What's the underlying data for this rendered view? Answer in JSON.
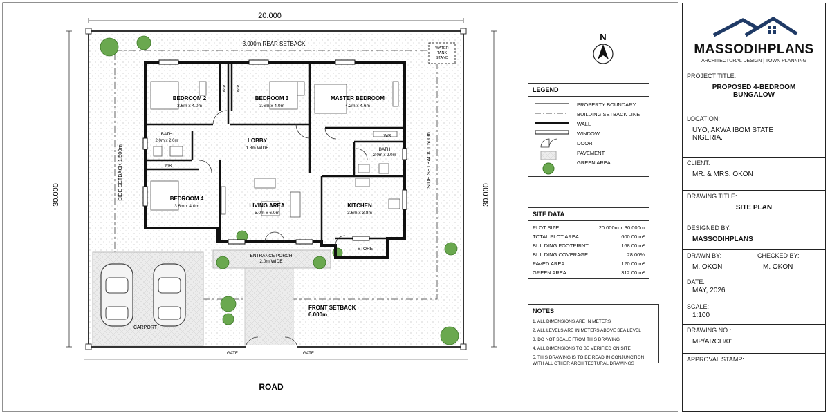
{
  "dimensions": {
    "top_width": "20.000",
    "left_height": "30.000",
    "right_height": "30.000"
  },
  "setbacks": {
    "rear": "3.000m REAR SETBACK",
    "side_left": "SIDE SETBACK 1.500m",
    "side_right": "SIDE SETBACK 1.500m",
    "front_title": "FRONT SETBACK",
    "front_value": "6.000m"
  },
  "north": "N",
  "water_tank": [
    "WATER",
    "TANK",
    "STAND"
  ],
  "rooms": {
    "bedroom2": {
      "name": "BEDROOM 2",
      "size": "3.6m x 4.0m"
    },
    "bedroom3": {
      "name": "BEDROOM 3",
      "size": "3.6m x 4.0m"
    },
    "master": {
      "name": "MASTER BEDROOM",
      "size": "4.2m x 4.6m"
    },
    "bath_left": {
      "name": "BATH",
      "size": "2.0m x 2.0m"
    },
    "bath_right": {
      "name": "BATH",
      "size": "2.0m x 2.0m"
    },
    "lobby": {
      "name": "LOBBY",
      "size": "1.8m WIDE"
    },
    "bedroom4": {
      "name": "BEDROOM 4",
      "size": "3.6m x 4.0m"
    },
    "living": {
      "name": "LIVING AREA",
      "size": "5.0m x 6.0m"
    },
    "kitchen": {
      "name": "KITCHEN",
      "size": "3.6m x 3.8m"
    },
    "store": "STORE",
    "porch": {
      "name": "ENTRANCE PORCH",
      "size": "2.0m WIDE"
    },
    "wr_labels": [
      "W/R",
      "W/R",
      "W/R",
      "W/R"
    ]
  },
  "carport": "CARPORT",
  "gates": [
    "GATE",
    "GATE"
  ],
  "road": "ROAD",
  "legend": {
    "title": "LEGEND",
    "items": [
      "PROPERTY BOUNDARY",
      "BUILDING SETBACK LINE",
      "WALL",
      "WINDOW",
      "DOOR",
      "PAVEMENT",
      "GREEN AREA"
    ]
  },
  "site_data": {
    "title": "SITE DATA",
    "rows": [
      {
        "k": "PLOT SIZE:",
        "v": "20.000m x 30.000m"
      },
      {
        "k": "TOTAL PLOT AREA:",
        "v": "600.00 m²"
      },
      {
        "k": "BUILDING FOOTPRINT:",
        "v": "168.00 m²"
      },
      {
        "k": "BUILDING COVERAGE:",
        "v": "28.00%"
      },
      {
        "k": "PAVED AREA:",
        "v": "120.00 m²"
      },
      {
        "k": "GREEN AREA:",
        "v": "312.00 m²"
      }
    ]
  },
  "notes": {
    "title": "NOTES",
    "items": [
      "1. ALL DIMENSIONS ARE IN METERS",
      "2. ALL LEVELS ARE IN METERS ABOVE SEA LEVEL",
      "3. DO NOT SCALE FROM THIS DRAWING",
      "4. ALL DIMENSIONS TO BE VERIFIED ON SITE",
      "5. THIS DRAWING IS TO BE READ IN CONJUNCTION WITH ALL OTHER ARCHITECTURAL DRAWINGS"
    ]
  },
  "title_block": {
    "brand": "MASSODIHPLANS",
    "tagline": "ARCHITECTURAL DESIGN | TOWN PLANNING",
    "project_label": "PROJECT TITLE:",
    "project_value": "PROPOSED 4-BEDROOM BUNGALOW",
    "location_label": "LOCATION:",
    "location_value": "UYO, AKWA IBOM STATE NIGERIA.",
    "client_label": "CLIENT:",
    "client_value": "MR. & MRS. OKON",
    "drawing_title_label": "DRAWING TITLE:",
    "drawing_title_value": "SITE PLAN",
    "designed_label": "DESIGNED BY:",
    "designed_value": "MASSODIHPLANS",
    "drawn_label": "DRAWN BY:",
    "drawn_value": "M. OKON",
    "checked_label": "CHECKED BY:",
    "checked_value": "M. OKON",
    "date_label": "DATE:",
    "date_value": "MAY, 2026",
    "scale_label": "SCALE:",
    "scale_value": "1:100",
    "drawing_no_label": "DRAWING NO.:",
    "drawing_no_value": "MP/ARCH/01",
    "approval_label": "APPROVAL STAMP:"
  },
  "colors": {
    "logo": "#1f3a66",
    "wall": "#111111",
    "green": "#5a9a3a",
    "pavement": "#e6e6e6"
  }
}
